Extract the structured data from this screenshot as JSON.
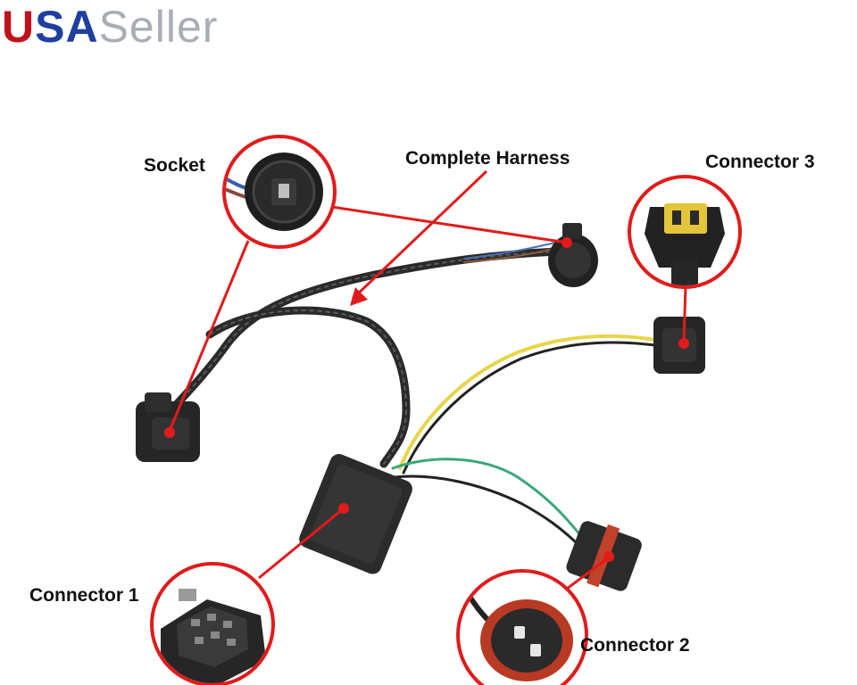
{
  "logo": {
    "u": "U",
    "sa": "SA",
    "seller": "Seller"
  },
  "labels": {
    "socket": "Socket",
    "complete_harness": "Complete Harness",
    "connector_3": "Connector 3",
    "connector_1": "Connector 1",
    "connector_2": "Connector 2"
  },
  "colors": {
    "callout": "#e11b1b",
    "wire_sheath": "#2a2a2a",
    "yellow_wire": "#e8d54a",
    "green_wire": "#3aa87a",
    "connector_body": "#2b2b2b",
    "connector_3_insert": "#e3c53a",
    "connector_2_seal": "#c2412a",
    "logo_red": "#c0121b",
    "logo_blue": "#1f3fa0",
    "logo_gray": "#a9aeb6"
  }
}
